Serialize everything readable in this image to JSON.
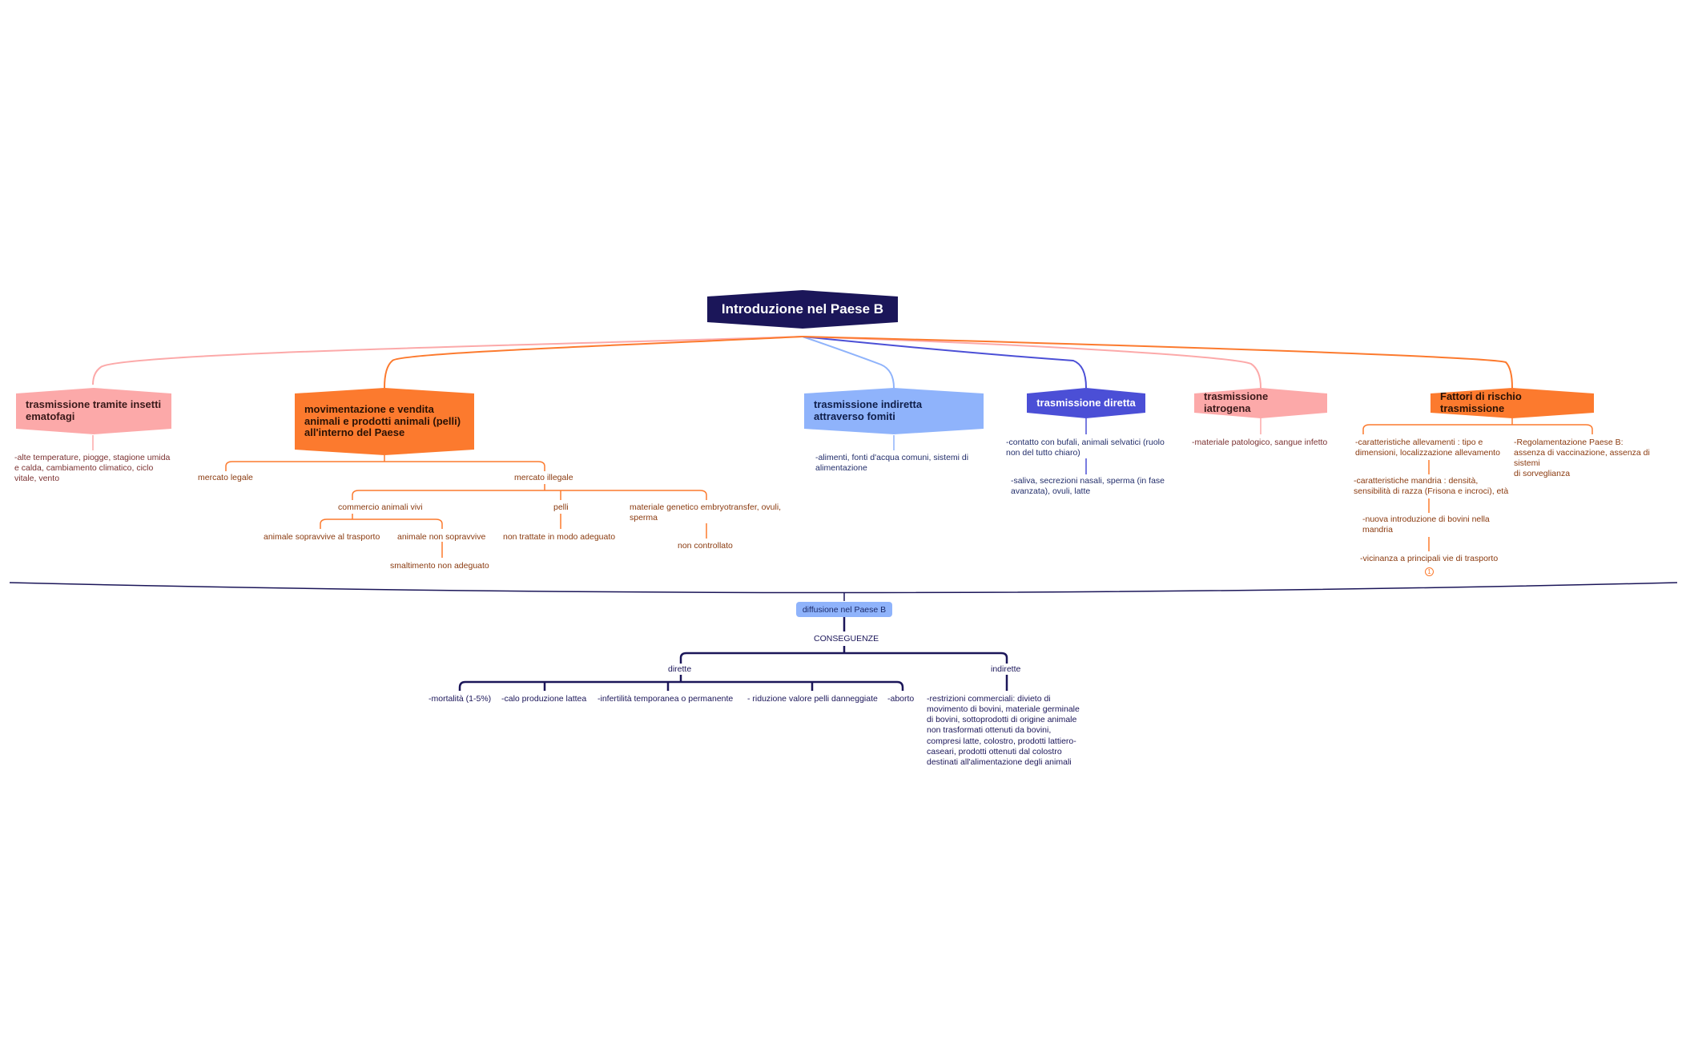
{
  "root": {
    "label": "Introduzione nel Paese B"
  },
  "branches": {
    "insetti": {
      "label": "trasmissione tramite insetti ematofagi",
      "detail": "-alte temperature, piogge, stagione umida\ne calda, cambiamento climatico, ciclo\nvitale, vento"
    },
    "movimentazione": {
      "label": "movimentazione e vendita animali e prodotti animali (pelli) all'interno del Paese",
      "mercato_legale": "mercato legale",
      "mercato_illegale": "mercato illegale",
      "commercio": "commercio animali vivi",
      "pelli": "pelli",
      "materiale": "materiale genetico embryotransfer, ovuli,\nsperma",
      "sopravvive": "animale sopravvive al trasporto",
      "non_sopravvive": "animale non sopravvive",
      "smaltimento": "smaltimento non adeguato",
      "non_trattate": "non trattate in modo adeguato",
      "non_controllato": "non controllato"
    },
    "indiretta": {
      "label": "trasmissione indiretta attraverso fomiti",
      "detail": "-alimenti, fonti d'acqua comuni, sistemi di\nalimentazione"
    },
    "diretta": {
      "label": "trasmissione diretta",
      "detail1": "-contatto con bufali, animali selvatici (ruolo\nnon del tutto chiaro)",
      "detail2": "-saliva, secrezioni nasali, sperma (in fase\navanzata), ovuli, latte"
    },
    "iatrogena": {
      "label": "trasmissione iatrogena",
      "detail": "-materiale patologico, sangue infetto"
    },
    "fattori": {
      "label": "Fattori di rischio trasmissione",
      "item1": "-caratteristiche allevamenti : tipo e\ndimensioni, localizzazione allevamento",
      "item2": "-caratteristiche mandria : densità,\nsensibilità di razza (Frisona e incroci), età",
      "item3": "-nuova introduzione di bovini nella\nmandria",
      "item4": "-vicinanza a principali vie di trasporto",
      "item5": "-Regolamentazione Paese B:\nassenza di vaccinazione, assenza di sistemi\ndi sorveglianza",
      "badge": "1"
    }
  },
  "diffusione": {
    "label": "diffusione nel Paese B",
    "conseguenze": "CONSEGUENZE",
    "dirette": "dirette",
    "indirette": "indirette",
    "dirette_items": [
      "-mortalità (1-5%)",
      "-calo produzione lattea",
      "-infertilità temporanea o permanente",
      "- riduzione valore pelli danneggiate",
      "-aborto"
    ],
    "indirette_detail": "-restrizioni commerciali: divieto di\nmovimento di bovini, materiale germinale\ndi bovini, sottoprodotti di origine animale\nnon trasformati ottenuti da bovini,\ncompresi latte, colostro, prodotti lattiero-\ncaseari, prodotti ottenuti dal colostro\ndestinati all'alimentazione degli animali"
  },
  "colors": {
    "root": "#1b1659",
    "pink": "#fca9a9",
    "orange": "#fc7a2e",
    "light_blue": "#8fb3fb",
    "dark_blue": "#4b4fd6"
  }
}
